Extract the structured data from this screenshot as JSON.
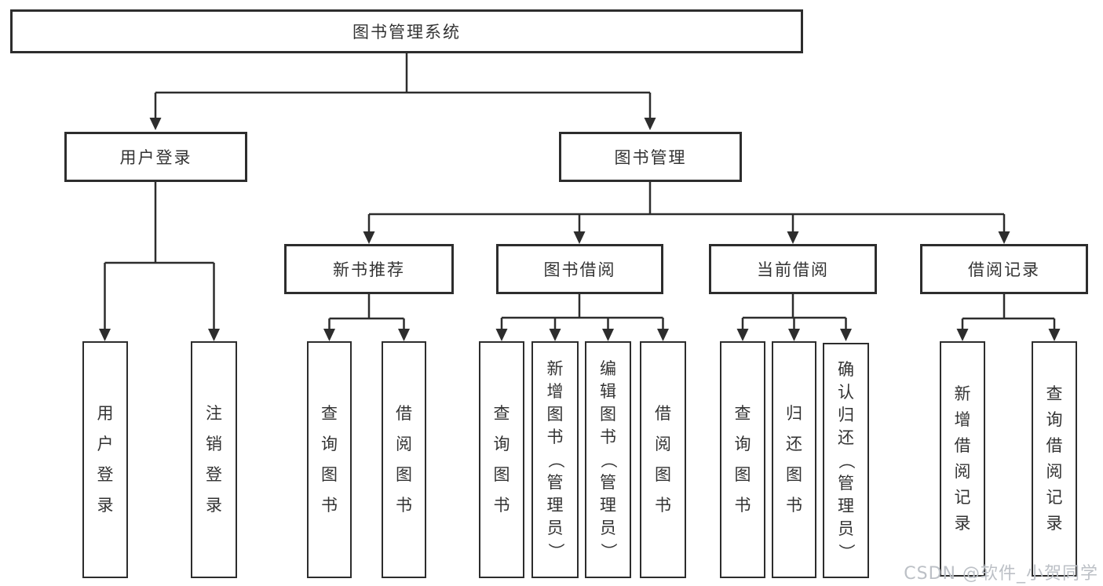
{
  "diagram": {
    "root": {
      "label": "图书管理系统"
    },
    "branches": [
      {
        "label": "用户登录",
        "children": [
          {
            "label": "用户登录"
          },
          {
            "label": "注销登录"
          }
        ]
      },
      {
        "label": "图书管理",
        "sections": [
          {
            "label": "新书推荐",
            "children": [
              {
                "label": "查询图书"
              },
              {
                "label": "借阅图书"
              }
            ]
          },
          {
            "label": "图书借阅",
            "children": [
              {
                "label": "查询图书"
              },
              {
                "label": "新增图书（管理员）"
              },
              {
                "label": "编辑图书（管理员）"
              },
              {
                "label": "借阅图书"
              }
            ]
          },
          {
            "label": "当前借阅",
            "children": [
              {
                "label": "查询图书"
              },
              {
                "label": "归还图书"
              },
              {
                "label": "确认归还（管理员）"
              }
            ]
          },
          {
            "label": "借阅记录",
            "children": [
              {
                "label": "新增借阅记录"
              },
              {
                "label": "查询借阅记录"
              }
            ]
          }
        ]
      }
    ]
  },
  "watermark": "CSDN @软件_小贺同学",
  "colors": {
    "line": "#2d2d2d",
    "text": "#333333",
    "watermark": "#bcc0c6",
    "background": "#ffffff"
  }
}
